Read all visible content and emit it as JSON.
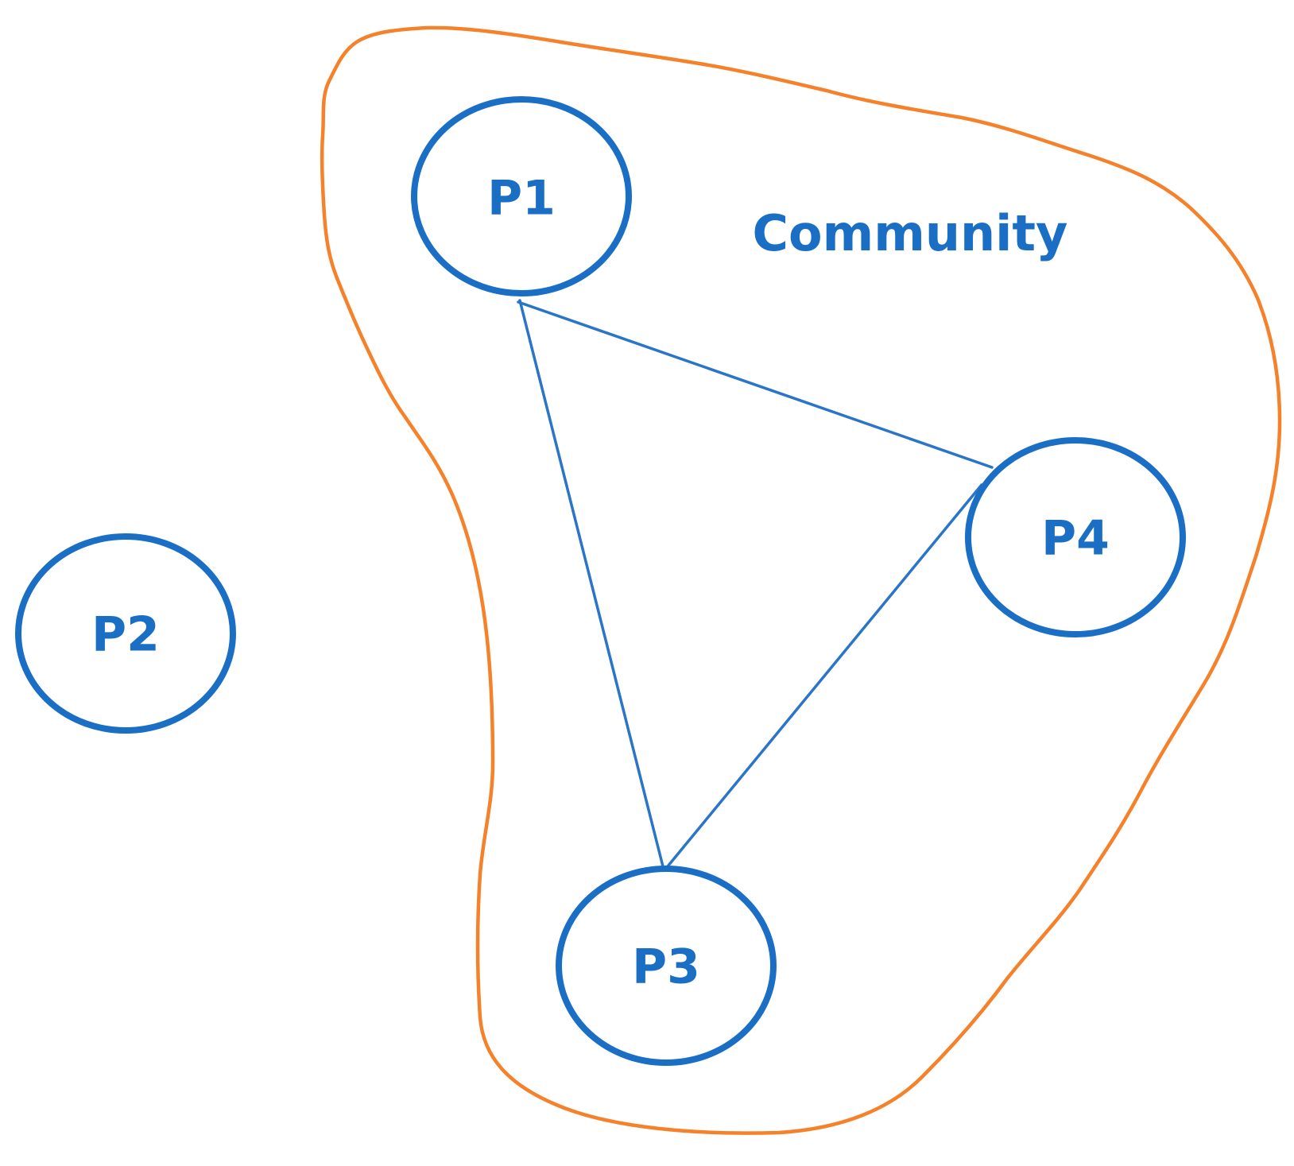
{
  "community": {
    "label": "Community",
    "outline_color": "#F5822A"
  },
  "nodes": [
    {
      "id": "p1",
      "label": "P1",
      "in_community": true
    },
    {
      "id": "p2",
      "label": "P2",
      "in_community": false
    },
    {
      "id": "p3",
      "label": "P3",
      "in_community": true
    },
    {
      "id": "p4",
      "label": "P4",
      "in_community": true
    }
  ],
  "edges": [
    {
      "from": "P1",
      "to": "P4"
    },
    {
      "from": "P1",
      "to": "P3"
    },
    {
      "from": "P4",
      "to": "P3"
    }
  ],
  "colors": {
    "node": "#1A6FC4",
    "edge": "#2A75C8",
    "text": "#1A6FC4",
    "background": "#FFFFFF"
  }
}
